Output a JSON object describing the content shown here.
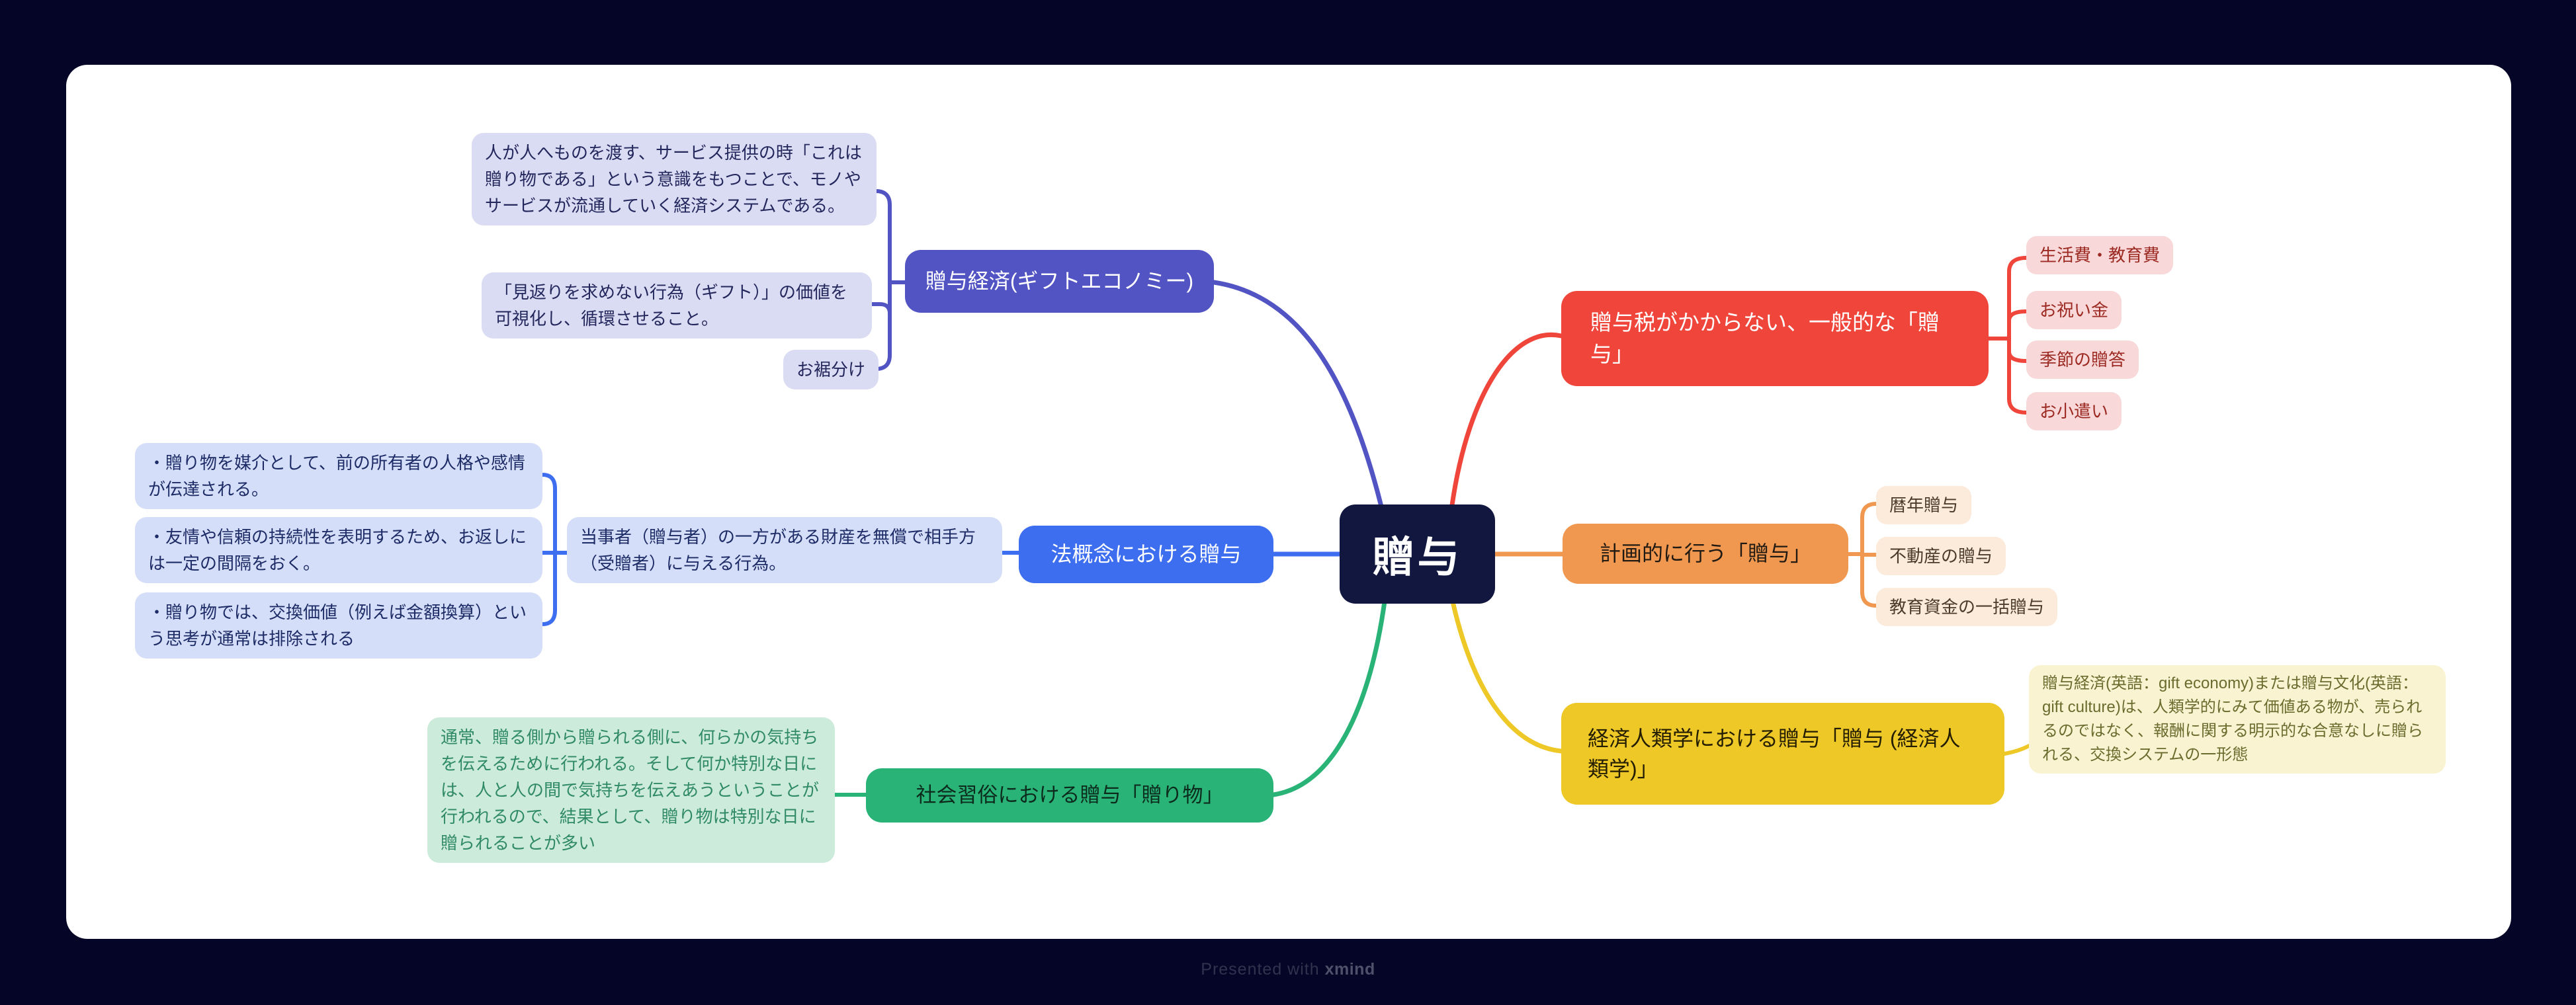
{
  "app": {
    "footer_prefix": "Presented with",
    "footer_brand": "xmind"
  },
  "colors": {
    "page_bg": "#050527",
    "canvas_bg": "#ffffff",
    "central_bg": "#12173f",
    "central_text": "#ffffff"
  },
  "central": {
    "label": "贈与"
  },
  "branches": [
    {
      "name": "gift-economy",
      "color": "#5254c4",
      "topic": "贈与経済(ギフトエコノミー)",
      "notes": [
        "人が人へものを渡す、サービス提供の時「これは贈り物である」という意識をもつことで、モノやサービスが流通していく経済システムである。",
        "「見返りを求めない行為（ギフト）」の価値を可視化し、循環させること。",
        "お裾分け"
      ]
    },
    {
      "name": "law-concept",
      "color": "#3e6ef0",
      "topic": "法概念における贈与",
      "definition": "当事者（贈与者）の一方がある財産を無償で相手方（受贈者）に与える行為。",
      "details": [
        "・贈り物を媒介として、前の所有者の人格や感情が伝達される。",
        "・友情や信頼の持続性を表明するため、お返しには一定の間隔をおく。",
        "・贈り物では、交換価値（例えば金額換算）という思考が通常は排除される"
      ]
    },
    {
      "name": "social-custom",
      "color": "#29b377",
      "topic": "社会習俗における贈与「贈り物」",
      "note": "通常、贈る側から贈られる側に、何らかの気持ちを伝えるために行われる。そして何か特別な日には、人と人の間で気持ちを伝えあうということが行われるので、結果として、贈り物は特別な日に贈られることが多い"
    },
    {
      "name": "tax-free",
      "color": "#f0453a",
      "topic": "贈与税がかからない、一般的な「贈与」",
      "children": [
        "生活費・教育費",
        "お祝い金",
        "季節の贈答",
        "お小遣い"
      ]
    },
    {
      "name": "planned",
      "color": "#f09750",
      "topic": "計画的に行う「贈与」",
      "children": [
        "暦年贈与",
        "不動産の贈与",
        "教育資金の一括贈与"
      ]
    },
    {
      "name": "anthropology",
      "color": "#edc827",
      "topic": "経済人類学における贈与「贈与 (経済人類学)」",
      "note": "贈与経済(英語：gift economy)または贈与文化(英語：gift culture)は、人類学的にみて価値ある物が、売られるのではなく、報酬に関する明示的な合意なしに贈られる、交換システムの一形態"
    }
  ]
}
